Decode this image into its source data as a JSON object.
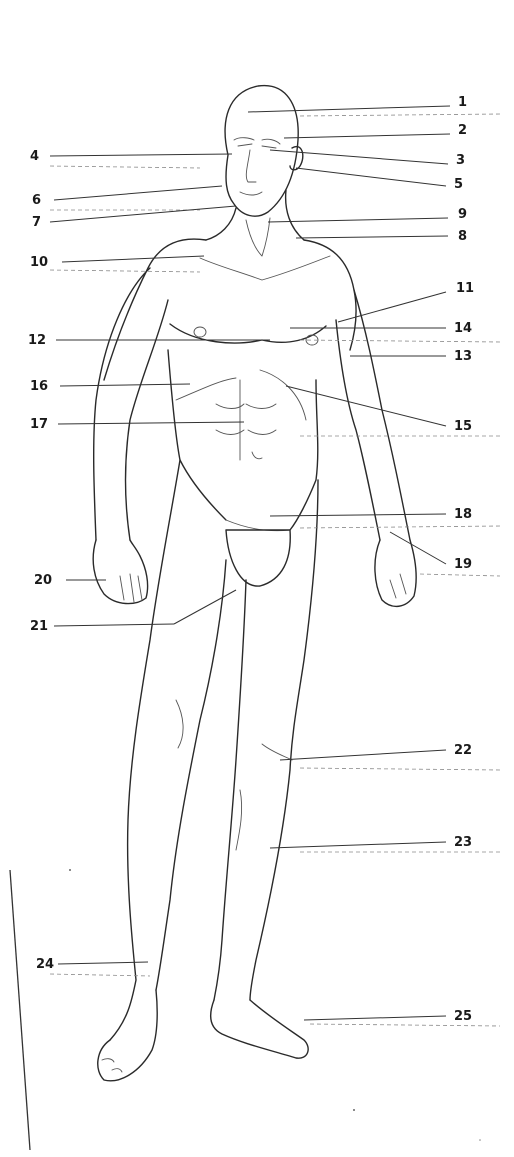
{
  "labels": [
    {
      "id": "1",
      "text": "1"
    },
    {
      "id": "2",
      "text": "2"
    },
    {
      "id": "3",
      "text": "3"
    },
    {
      "id": "4",
      "text": "4"
    },
    {
      "id": "5",
      "text": "5"
    },
    {
      "id": "6",
      "text": "6"
    },
    {
      "id": "7",
      "text": "7"
    },
    {
      "id": "8",
      "text": "8"
    },
    {
      "id": "9",
      "text": "9"
    },
    {
      "id": "10",
      "text": "10"
    },
    {
      "id": "11",
      "text": "11"
    },
    {
      "id": "12",
      "text": "12"
    },
    {
      "id": "13",
      "text": "13"
    },
    {
      "id": "14",
      "text": "14"
    },
    {
      "id": "15",
      "text": "15"
    },
    {
      "id": "16",
      "text": "16"
    },
    {
      "id": "17",
      "text": "17"
    },
    {
      "id": "18",
      "text": "18"
    },
    {
      "id": "19",
      "text": "19"
    },
    {
      "id": "20",
      "text": "20"
    },
    {
      "id": "21",
      "text": "21"
    },
    {
      "id": "22",
      "text": "22"
    },
    {
      "id": "23",
      "text": "23"
    },
    {
      "id": "24",
      "text": "24"
    },
    {
      "id": "25",
      "text": "25"
    }
  ]
}
